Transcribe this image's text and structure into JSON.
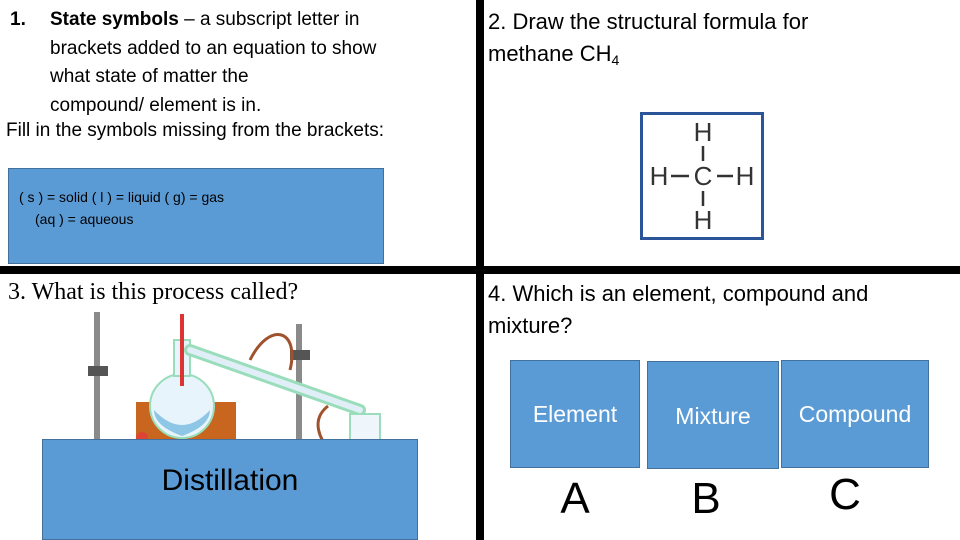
{
  "q1": {
    "number": "1.",
    "term": "State symbols",
    "definition_lines": [
      " – a subscript letter in",
      "brackets added to an equation to show",
      "what state of matter the",
      "compound/ element is in."
    ],
    "instruction": "Fill in the symbols missing from the brackets:",
    "legend_line1": "( s ) = solid   ( l ) = liquid   ( g) = gas",
    "legend_line2": "(aq ) = aqueous"
  },
  "q2": {
    "prompt": "2. Draw the structural formula for",
    "formula_main": "methane CH",
    "formula_sub": "4",
    "atoms": {
      "top": "H",
      "left": "H",
      "center": "C",
      "right": "H",
      "bottom": "H"
    }
  },
  "q3": {
    "prompt": "3.   What is this process called?",
    "answer": "Distillation"
  },
  "q4": {
    "prompt_line1": "4.  Which is an element, compound and",
    "prompt_line2": "mixture?",
    "labels": [
      "Element",
      "Mixture",
      "Compound"
    ],
    "letters": [
      "A",
      "B",
      "C"
    ]
  },
  "colors": {
    "box_blue": "#5b9bd5",
    "divider": "#000000",
    "frame_blue": "#2a5599"
  }
}
